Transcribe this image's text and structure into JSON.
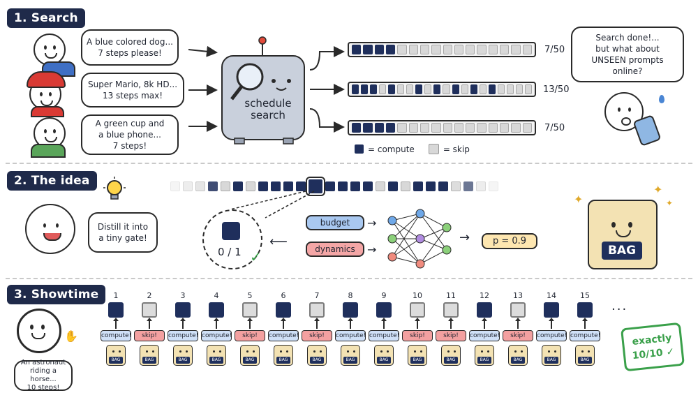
{
  "colors": {
    "navy": "#1f2a4a",
    "compute": "#1f2f5c",
    "skip": "#d8d8d8",
    "skip_action": "#f3a0a0",
    "compute_action": "#cfe0f7",
    "budget": "#a9c8f0",
    "dynamics": "#f4a6a6",
    "result": "#fde6b0",
    "check": "#3aa04a"
  },
  "sections": {
    "search": "1. Search",
    "idea": "2. The idea",
    "showtime": "3. Showtime"
  },
  "search": {
    "prompts": [
      "A blue colored dog...\n7 steps please!",
      "Super Mario, 8k HD...\n13 steps max!",
      "A green cup and\na blue phone...\n7 steps!"
    ],
    "robot_label": "schedule\nsearch",
    "schedules": [
      {
        "cells": [
          1,
          1,
          1,
          1,
          0,
          0,
          0,
          0,
          0,
          0,
          0,
          0,
          0,
          0,
          0,
          0
        ],
        "ratio": "7/50"
      },
      {
        "cells": [
          1,
          1,
          1,
          0,
          1,
          0,
          0,
          1,
          0,
          1,
          0,
          1,
          0,
          1,
          0,
          1,
          0,
          0,
          0,
          0
        ],
        "ratio": "13/50"
      },
      {
        "cells": [
          1,
          1,
          1,
          1,
          0,
          0,
          0,
          0,
          0,
          0,
          0,
          0,
          0,
          0,
          0,
          0
        ],
        "ratio": "7/50"
      }
    ],
    "legend_compute": "= compute",
    "legend_skip": "= skip",
    "worry_bubble": "Search done!...\nbut what about\nUNSEEN prompts online?"
  },
  "idea": {
    "strip_cells": [
      0,
      0,
      0,
      1,
      0,
      1,
      0,
      1,
      1,
      1,
      1,
      2,
      1,
      1,
      1,
      1,
      0,
      1,
      0,
      1,
      1,
      1,
      0,
      1,
      0,
      0
    ],
    "character_bubble": "Distill it into\na tiny gate!",
    "gate_label": "0 / 1",
    "inputs": [
      "budget",
      "dynamics"
    ],
    "output": "p = 0.9",
    "bag_label": "BAG"
  },
  "showtime": {
    "steps": [
      {
        "n": "1",
        "state": "compute",
        "action": "compute!"
      },
      {
        "n": "2",
        "state": "skip",
        "action": "skip!"
      },
      {
        "n": "3",
        "state": "compute",
        "action": "compute!"
      },
      {
        "n": "4",
        "state": "compute",
        "action": "compute!"
      },
      {
        "n": "5",
        "state": "skip",
        "action": "skip!"
      },
      {
        "n": "6",
        "state": "compute",
        "action": "compute!"
      },
      {
        "n": "7",
        "state": "skip",
        "action": "skip!"
      },
      {
        "n": "8",
        "state": "compute",
        "action": "compute!"
      },
      {
        "n": "9",
        "state": "compute",
        "action": "compute!"
      },
      {
        "n": "10",
        "state": "skip",
        "action": "skip!"
      },
      {
        "n": "11",
        "state": "skip",
        "action": "skip!"
      },
      {
        "n": "12",
        "state": "compute",
        "action": "compute!"
      },
      {
        "n": "13",
        "state": "skip",
        "action": "skip!"
      },
      {
        "n": "14",
        "state": "compute",
        "action": "compute!"
      },
      {
        "n": "15",
        "state": "compute",
        "action": "compute!"
      }
    ],
    "ellipsis": "...",
    "bag_label": "BAG",
    "astronaut_bubble": "An astronaut\nriding a horse...\n10 steps!",
    "stamp": "exactly\n10/10 ✓"
  }
}
